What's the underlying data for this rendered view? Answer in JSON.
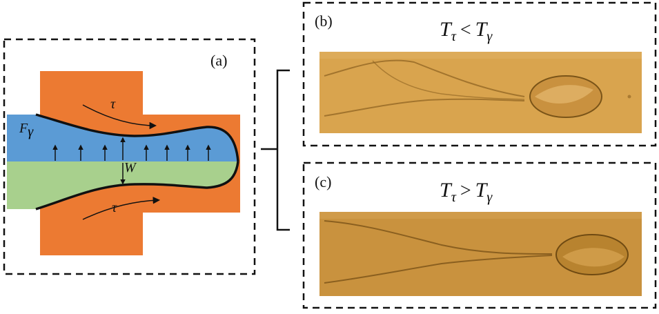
{
  "panels": {
    "a": {
      "label": "(a)",
      "force_symbol": "F",
      "force_sub": "γ",
      "stress_symbol": "τ",
      "width_symbol": "W"
    },
    "b": {
      "label": "(b)",
      "condition": {
        "lhs": "T",
        "lhs_sub": "τ",
        "op": "<",
        "rhs": "T",
        "rhs_sub": "γ"
      }
    },
    "c": {
      "label": "(c)",
      "condition": {
        "lhs": "T",
        "lhs_sub": "τ",
        "op": ">",
        "rhs": "T",
        "rhs_sub": "γ"
      }
    }
  },
  "colors": {
    "continuous_phase": "#ec7a32",
    "upper_stream": "#5b9bd5",
    "lower_stream": "#a8d08d",
    "photo_b": "#d9a44e",
    "photo_c": "#c9923e",
    "outline": "#111111"
  }
}
